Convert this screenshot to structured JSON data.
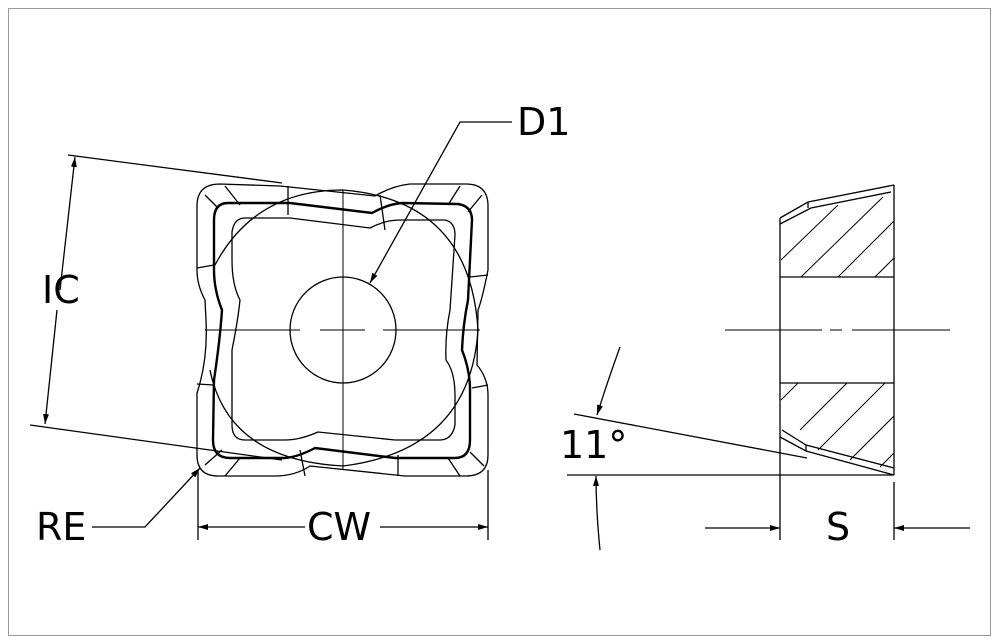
{
  "drawing": {
    "title": "Square milling insert dimension drawing",
    "labels": {
      "inscribed_circle": "IC",
      "hole_diameter": "D1",
      "corner_radius": "RE",
      "cutting_width": "CW",
      "clearance_angle": "11°",
      "thickness": "S"
    }
  }
}
